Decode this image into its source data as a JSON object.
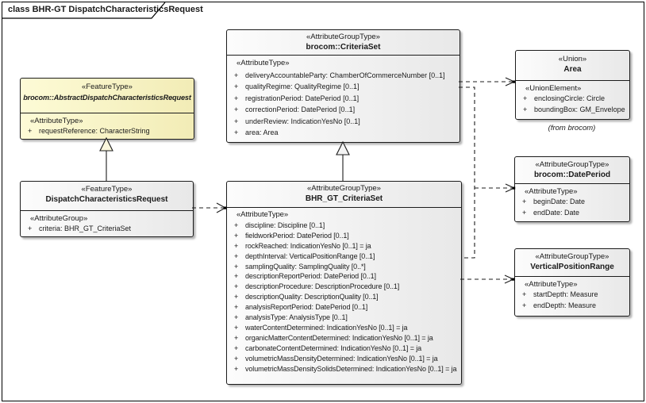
{
  "diagram": {
    "title": "class BHR-GT DispatchCharacteristicsRequest"
  },
  "colors": {
    "box_gray_fill": "#f0f0f0",
    "box_yellow_fill": "#fdfbd6",
    "border": "#1c1c1c"
  },
  "classes": {
    "abstract_request": {
      "stereotype": "«FeatureType»",
      "name": "brocom::AbstractDispatchCharacteristicsRequest",
      "section_heading": "«AttributeType»",
      "attributes": [
        {
          "vis": "+",
          "text": "requestReference: CharacterString"
        }
      ]
    },
    "dispatch_request": {
      "stereotype": "«FeatureType»",
      "name": "DispatchCharacteristicsRequest",
      "section_heading": "«AttributeGroup»",
      "attributes": [
        {
          "vis": "+",
          "text": "criteria: BHR_GT_CriteriaSet"
        }
      ]
    },
    "criteria_set": {
      "stereotype": "«AttributeGroupType»",
      "name": "brocom::CriteriaSet",
      "section_heading": "«AttributeType»",
      "attributes": [
        {
          "vis": "+",
          "text": "deliveryAccountableParty: ChamberOfCommerceNumber [0..1]"
        },
        {
          "vis": "+",
          "text": "qualityRegime: QualityRegime [0..1]"
        },
        {
          "vis": "+",
          "text": "registrationPeriod: DatePeriod [0..1]"
        },
        {
          "vis": "+",
          "text": "correctionPeriod: DatePeriod [0..1]"
        },
        {
          "vis": "+",
          "text": "underReview: IndicationYesNo [0..1]"
        },
        {
          "vis": "+",
          "text": "area: Area"
        }
      ]
    },
    "bhr_gt_criteria_set": {
      "stereotype": "«AttributeGroupType»",
      "name": "BHR_GT_CriteriaSet",
      "section_heading": "«AttributeType»",
      "attributes": [
        {
          "vis": "+",
          "text": "discipline: Discipline [0..1]"
        },
        {
          "vis": "+",
          "text": "fieldworkPeriod: DatePeriod [0..1]"
        },
        {
          "vis": "+",
          "text": "rockReached: IndicationYesNo [0..1] = ja"
        },
        {
          "vis": "+",
          "text": "depthInterval: VerticalPositionRange [0..1]"
        },
        {
          "vis": "+",
          "text": "samplingQuality: SamplingQuality [0..*]"
        },
        {
          "vis": "+",
          "text": "descriptionReportPeriod: DatePeriod [0..1]"
        },
        {
          "vis": "+",
          "text": "descriptionProcedure: DescriptionProcedure [0..1]"
        },
        {
          "vis": "+",
          "text": "descriptionQuality: DescriptionQuality [0..1]"
        },
        {
          "vis": "+",
          "text": "analysisReportPeriod: DatePeriod [0..1]"
        },
        {
          "vis": "+",
          "text": "analysisType: AnalysisType [0..1]"
        },
        {
          "vis": "+",
          "text": "waterContentDetermined: IndicationYesNo [0..1] = ja"
        },
        {
          "vis": "+",
          "text": "organicMatterContentDetermined: IndicationYesNo [0..1] = ja"
        },
        {
          "vis": "+",
          "text": "carbonateContentDetermined: IndicationYesNo [0..1] = ja"
        },
        {
          "vis": "+",
          "text": "volumetricMassDensityDetermined: IndicationYesNo [0..1] = ja"
        },
        {
          "vis": "+",
          "text": "volumetricMassDensitySolidsDetermined: IndicationYesNo [0..1] = ja"
        }
      ]
    },
    "area": {
      "stereotype": "«Union»",
      "name": "Area",
      "section_heading": "«UnionElement»",
      "attributes": [
        {
          "vis": "+",
          "text": "enclosingCircle: Circle"
        },
        {
          "vis": "+",
          "text": "boundingBox: GM_Envelope"
        }
      ],
      "note": "(from brocom)"
    },
    "date_period": {
      "stereotype": "«AttributeGroupType»",
      "name": "brocom::DatePeriod",
      "section_heading": "«AttributeType»",
      "attributes": [
        {
          "vis": "+",
          "text": "beginDate: Date"
        },
        {
          "vis": "+",
          "text": "endDate: Date"
        }
      ]
    },
    "vertical_position_range": {
      "stereotype": "«AttributeGroupType»",
      "name": "VerticalPositionRange",
      "section_heading": "«AttributeType»",
      "attributes": [
        {
          "vis": "+",
          "text": "startDepth: Measure"
        },
        {
          "vis": "+",
          "text": "endDepth: Measure"
        }
      ]
    }
  }
}
